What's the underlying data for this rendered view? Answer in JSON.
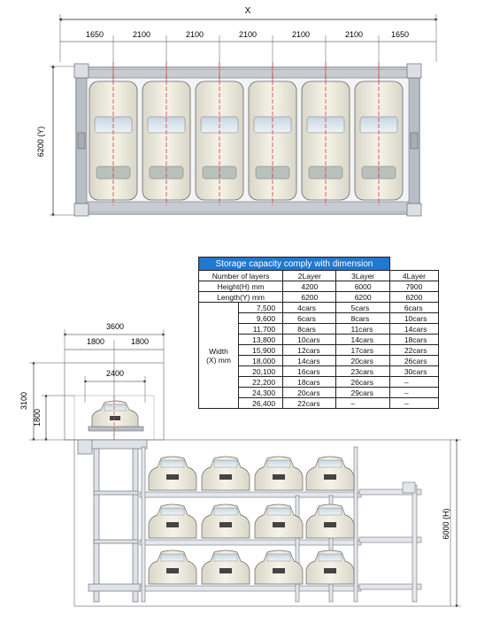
{
  "top_plan": {
    "x_label": "X",
    "y_label": "6200 (Y)",
    "dims": [
      "1650",
      "2100",
      "2100",
      "2100",
      "2100",
      "2100",
      "1650"
    ]
  },
  "table": {
    "title": "Storage capacity comply with dimension",
    "headers": [
      "Number of layers",
      "2Layer",
      "3Layer",
      "4Layer"
    ],
    "height_row": [
      "Height(H) mm",
      "4200",
      "6000",
      "7900"
    ],
    "length_row": [
      "Length(Y) mm",
      "6200",
      "6200",
      "6200"
    ],
    "width_label_1": "Width",
    "width_label_2": "(X) mm",
    "rows": [
      [
        "7,500",
        "4cars",
        "5cars",
        "6cars"
      ],
      [
        "9,600",
        "6cars",
        "8cars",
        "10cars"
      ],
      [
        "11,700",
        "8cars",
        "11cars",
        "14cars"
      ],
      [
        "13,800",
        "10cars",
        "14cars",
        "18cars"
      ],
      [
        "15,900",
        "12cars",
        "17cars",
        "22cars"
      ],
      [
        "18,000",
        "14cars",
        "20cars",
        "26cars"
      ],
      [
        "20,100",
        "16cars",
        "23cars",
        "30cars"
      ],
      [
        "22,200",
        "18cars",
        "26cars",
        "–"
      ],
      [
        "24,300",
        "20cars",
        "29cars",
        "–"
      ],
      [
        "26,400",
        "22cars",
        "–",
        "–"
      ]
    ]
  },
  "elevation": {
    "width_total": "3600",
    "width_left": "1800",
    "width_right": "1800",
    "pallet_width": "2400",
    "height_total": "3100",
    "height_lower": "1800",
    "height_rack": "6000 (H)"
  },
  "colors": {
    "table_header": "#1f78d1",
    "center_line": "#d23a3a",
    "car_body": "#f1eee2",
    "frame": "#9aa0a8"
  }
}
